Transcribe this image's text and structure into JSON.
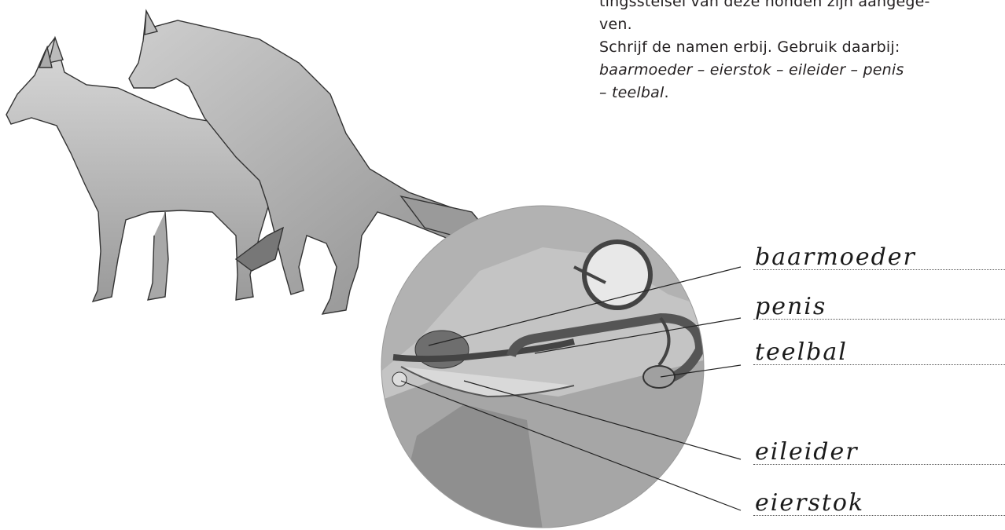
{
  "instructions": {
    "line1": "tingsstelsel van deze honden zijn aangege-",
    "line2": "ven.",
    "line3": "Schrijf de namen erbij. Gebruik daarbij:",
    "line4_terms": "baarmoeder – eierstok – eileider – penis",
    "line5_terms": "– teelbal",
    "line5_period": "."
  },
  "labels": [
    {
      "text": "baarmoeder"
    },
    {
      "text": "penis"
    },
    {
      "text": "teelbal"
    },
    {
      "text": "eileider"
    },
    {
      "text": "eierstok"
    }
  ]
}
